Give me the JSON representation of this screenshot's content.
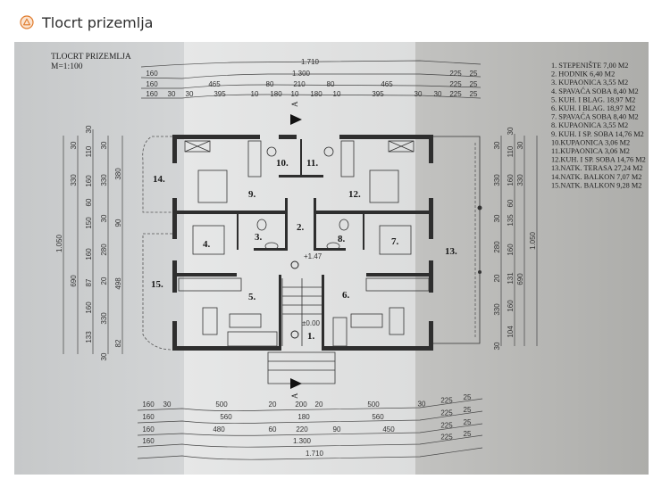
{
  "header": {
    "title": "Tlocrt prizemlja",
    "icon": "alert-triangle-circle-icon",
    "accent": "#e07b2c"
  },
  "plan": {
    "title": "TLOCRT PRIZEMLJA",
    "scale": "M=1:100",
    "legend": [
      "1. STEPENIŠTE  7,00 M2",
      "2. HODNIK  6,40 M2",
      "3. KUPAONICA  3,55 M2",
      "4. SPAVAĆA SOBA  8,40 M2",
      "5. KUH. I BLAG.  18,97 M2",
      "6. KUH. I BLAG. 18,97 M2",
      "7. SPAVAĆA SOBA 8,40 M2",
      "8. KUPAONICA  3,55 M2",
      "9. KUH. I SP. SOBA  14,76 M2",
      "10.KUPAONICA  3,06 M2",
      "11.KUPAONICA  3,06 M2",
      "12.KUH. I SP. SOBA  14,76 M2",
      "13.NATK. TERASA  27,24 M2",
      "14.NATK. BALKON  7,07 M2",
      "15.NATK. BALKON  9,28 M2"
    ],
    "rooms": [
      "1.",
      "2.",
      "3.",
      "4.",
      "5.",
      "6.",
      "7.",
      "8.",
      "9.",
      "10.",
      "11.",
      "12.",
      "13.",
      "14.",
      "15."
    ],
    "levels": {
      "upper": "+1.47",
      "ground": "±0.00"
    },
    "section_mark": "A",
    "dims_top": [
      [
        "1.710"
      ],
      [
        "160",
        "1.300",
        "225",
        "25"
      ],
      [
        "160",
        "465",
        "80",
        "210",
        "80",
        "465",
        "225",
        "25"
      ],
      [
        "160",
        "30",
        "30",
        "395",
        "10",
        "180",
        "10",
        "180",
        "10",
        "395",
        "30",
        "30",
        "225",
        "25"
      ]
    ],
    "dims_bottom": [
      [
        "160",
        "30",
        "500",
        "20",
        "200",
        "20",
        "500",
        "30",
        "225",
        "25"
      ],
      [
        "160",
        "560",
        "180",
        "560",
        "225",
        "25"
      ],
      [
        "160",
        "480",
        "60",
        "220",
        "90",
        "450",
        "225",
        "25"
      ],
      [
        "160",
        "1.300",
        "225",
        "25"
      ],
      [
        "1.710"
      ]
    ],
    "dims_left": [
      [
        "1.050"
      ],
      [
        "30",
        "330",
        "690"
      ],
      [
        "30",
        "110",
        "160",
        "60",
        "150",
        "160",
        "87",
        "160",
        "133"
      ],
      [
        "30",
        "330",
        "30",
        "280",
        "20",
        "330",
        "30"
      ],
      [
        "380",
        "90",
        "498",
        "82"
      ]
    ],
    "dims_right": [
      [
        "30",
        "330",
        "30",
        "280",
        "20",
        "330",
        "30"
      ],
      [
        "30",
        "110",
        "160",
        "60",
        "135",
        "160",
        "131",
        "160",
        "104"
      ],
      [
        "30",
        "330",
        "690"
      ],
      [
        "1.050"
      ]
    ]
  }
}
